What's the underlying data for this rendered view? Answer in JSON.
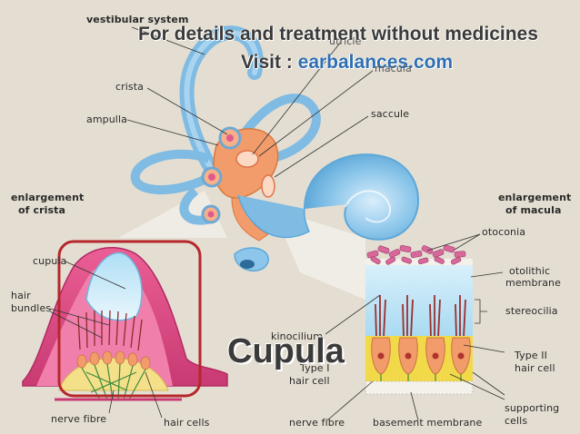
{
  "banner": {
    "line1": "For details and treatment without medicines",
    "visit_label": "Visit : ",
    "visit_link": "earbalances.com"
  },
  "labels": {
    "vestibular_system": "vestibular system",
    "utricle": "utricle",
    "macula_top": "macula",
    "crista": "crista",
    "ampulla": "ampulla",
    "saccule": "saccule",
    "enlargement_crista_1": "enlargement",
    "enlargement_crista_2": "of crista",
    "enlargement_macula_1": "enlargement",
    "enlargement_macula_2": "of macula",
    "otoconia": "otoconia",
    "otolithic_1": "otolithic",
    "otolithic_2": "membrane",
    "stereocilia": "stereocilia",
    "cupula_small": "cupula",
    "hair_bundles_1": "hair",
    "hair_bundles_2": "bundles",
    "kinocilium": "kinocilium",
    "type1_1": "Type I",
    "type1_2": "hair cell",
    "type2_1": "Type II",
    "type2_2": "hair cell",
    "supporting_1": "supporting",
    "supporting_2": "cells",
    "nerve_fibre_left": "nerve fibre",
    "hair_cells": "hair cells",
    "nerve_fibre_right": "nerve fibre",
    "basement_membrane": "basement membrane"
  },
  "overlay": {
    "cupula_caption": "Cupula"
  },
  "colors": {
    "background": "#e4ded2",
    "labyrinth_blue": "#8fc3e6",
    "orange": "#f29c6b",
    "pink": "#e0528b",
    "highlight_box": "#b5272b",
    "link_blue": "#2f6fb2"
  }
}
